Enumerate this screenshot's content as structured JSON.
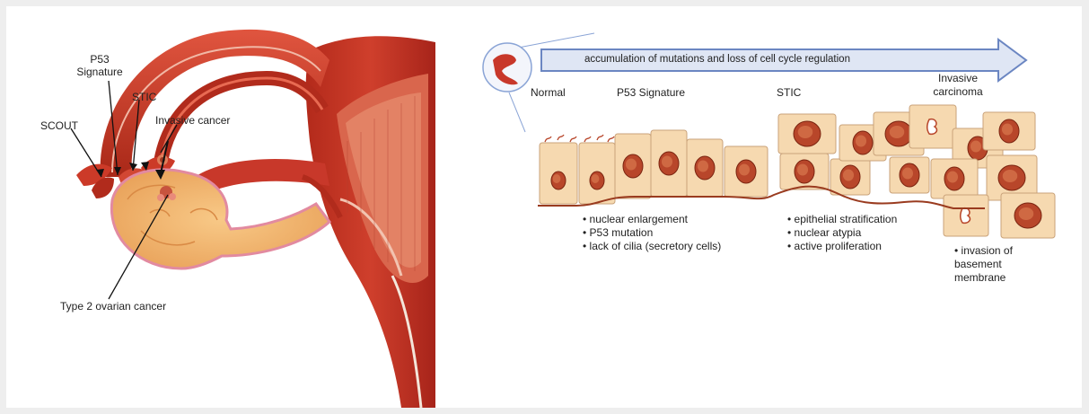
{
  "left_diagram": {
    "labels": {
      "p53_signature": "P53 Signature",
      "scout": "SCOUT",
      "stic": "STIC",
      "invasive_cancer": "Invasive cancer",
      "type2_ovarian_cancer": "Type 2 ovarian cancer"
    }
  },
  "right_diagram": {
    "arrow_text": "accumulation of mutations and loss of cell cycle regulation",
    "stages": {
      "normal": "Normal",
      "p53_signature": "P53 Signature",
      "stic": "STIC",
      "invasive_carcinoma": "Invasive carcinoma"
    },
    "features_group1": [
      "nuclear enlargement",
      "P53 mutation",
      "lack of cilia (secretory cells)"
    ],
    "features_group2": [
      "epithelial stratification",
      "nuclear atypia",
      "active proliferation"
    ],
    "features_group3": [
      "invasion of basement membrane"
    ]
  },
  "colors": {
    "tissue_red": "#c8382a",
    "tissue_dark": "#8e1f14",
    "ovary_fill": "#f0b770",
    "cell_fill": "#f6d9b0",
    "nucleus": "#b8462a",
    "arrow_fill": "#dfe6f4",
    "arrow_stroke": "#6b86c2"
  }
}
